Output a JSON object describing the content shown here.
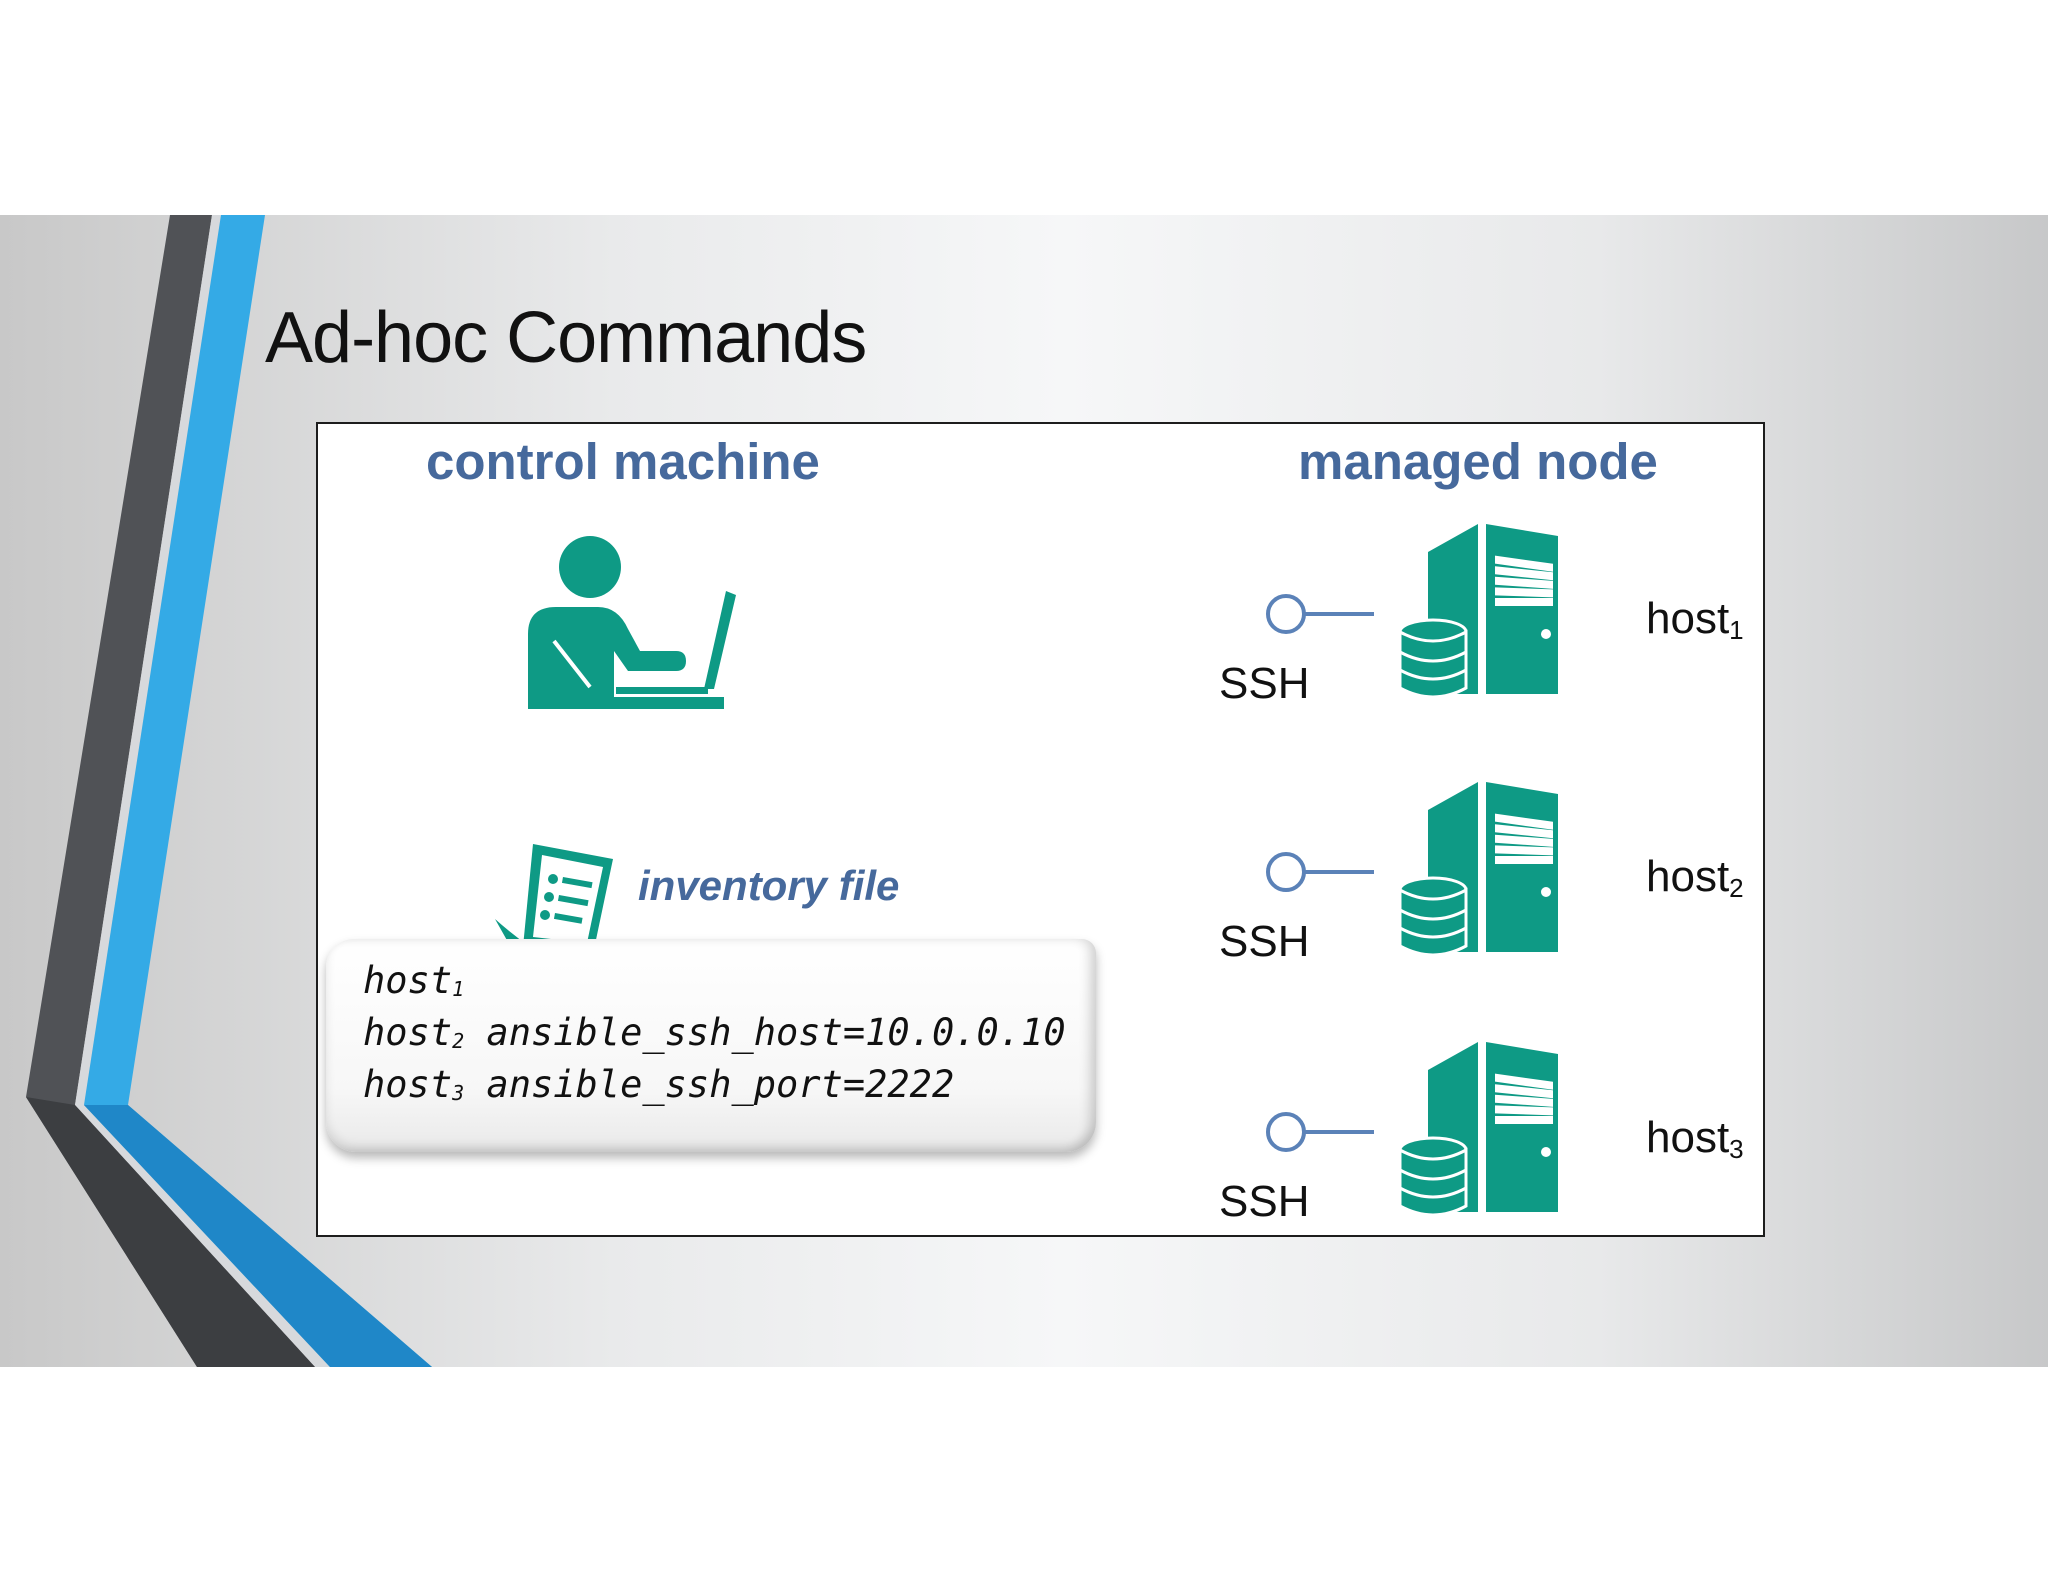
{
  "slide": {
    "title": "Ad-hoc Commands"
  },
  "diagram": {
    "control_heading": "control machine",
    "managed_heading": "managed node",
    "inventory_label": "inventory file",
    "inventory_lines": [
      {
        "host": "host",
        "index": "1",
        "vars": ""
      },
      {
        "host": "host",
        "index": "2",
        "vars": " ansible_ssh_host=10.0.0.10"
      },
      {
        "host": "host",
        "index": "3",
        "vars": " ansible_ssh_port=2222"
      }
    ],
    "nodes": [
      {
        "ssh_label": "SSH",
        "host_label": "host",
        "index": "1"
      },
      {
        "ssh_label": "SSH",
        "host_label": "host",
        "index": "2"
      },
      {
        "ssh_label": "SSH",
        "host_label": "host",
        "index": "3"
      }
    ],
    "icons": [
      "user-laptop-icon",
      "document-icon",
      "ssh-connector-icon",
      "database-icon",
      "server-tower-icon"
    ]
  },
  "colors": {
    "heading": "#46699c",
    "teal": "#0e9a85",
    "ssh_line": "#5b82b8",
    "accent_blue": "#34aae6",
    "dark_stripe": "#4b4d50"
  }
}
